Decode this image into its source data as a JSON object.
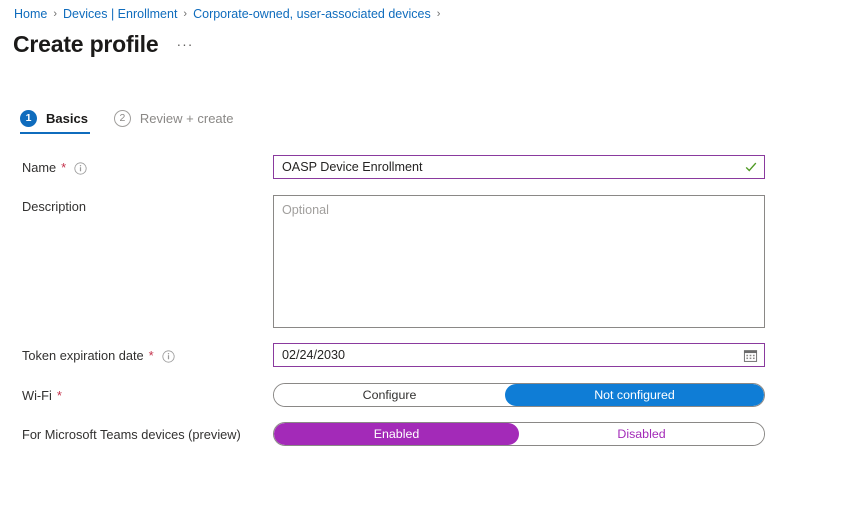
{
  "breadcrumb": {
    "items": [
      {
        "label": "Home"
      },
      {
        "label": "Devices | Enrollment"
      },
      {
        "label": "Corporate-owned, user-associated devices"
      }
    ],
    "separator": "›"
  },
  "header": {
    "title": "Create profile",
    "more_label": "···"
  },
  "tabs": [
    {
      "num": "1",
      "label": "Basics",
      "active": true
    },
    {
      "num": "2",
      "label": "Review + create",
      "active": false
    }
  ],
  "form": {
    "name": {
      "label": "Name",
      "required_marker": "*",
      "info": "info-icon",
      "value": "OASP Device Enrollment",
      "validation": "valid-check"
    },
    "description": {
      "label": "Description",
      "value": "",
      "placeholder": "Optional"
    },
    "token_expiration": {
      "label": "Token expiration date",
      "required_marker": "*",
      "info": "info-icon",
      "value": "02/24/2030",
      "picker": "calendar-icon"
    },
    "wifi": {
      "label": "Wi-Fi",
      "required_marker": "*",
      "options": [
        {
          "label": "Configure",
          "selected": false
        },
        {
          "label": "Not configured",
          "selected": true
        }
      ],
      "selected": "Not configured"
    },
    "teams_devices": {
      "label": "For Microsoft Teams devices (preview)",
      "options": [
        {
          "label": "Enabled",
          "selected": true
        },
        {
          "label": "Disabled",
          "selected": false
        }
      ],
      "selected": "Enabled"
    }
  },
  "colors": {
    "link": "#0f6cbd",
    "accent_blue": "#0f7dd6",
    "accent_purple": "#a32ab8",
    "required_red": "#c4314b",
    "focus_border": "#8a3a9e",
    "valid_green": "#4f9a23"
  }
}
